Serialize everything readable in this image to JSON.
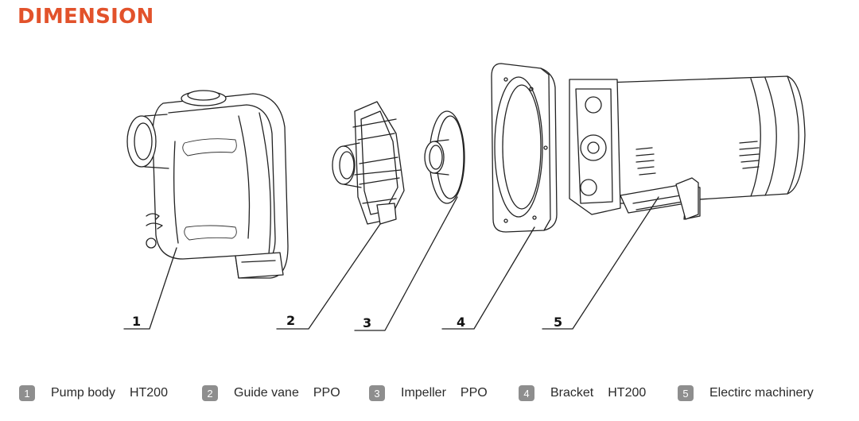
{
  "title": "DIMENSION",
  "colors": {
    "title": "#E2522B",
    "badge": "#8E8E8E",
    "line": "#222222"
  },
  "callouts": [
    "1",
    "2",
    "3",
    "4",
    "5"
  ],
  "parts": [
    {
      "number": "1",
      "name": "Pump body",
      "material": "HT200"
    },
    {
      "number": "2",
      "name": "Guide vane",
      "material": "PPO"
    },
    {
      "number": "3",
      "name": "Impeller",
      "material": "PPO"
    },
    {
      "number": "4",
      "name": "Bracket",
      "material": "HT200"
    },
    {
      "number": "5",
      "name": "Electirc machinery",
      "material": ""
    }
  ]
}
